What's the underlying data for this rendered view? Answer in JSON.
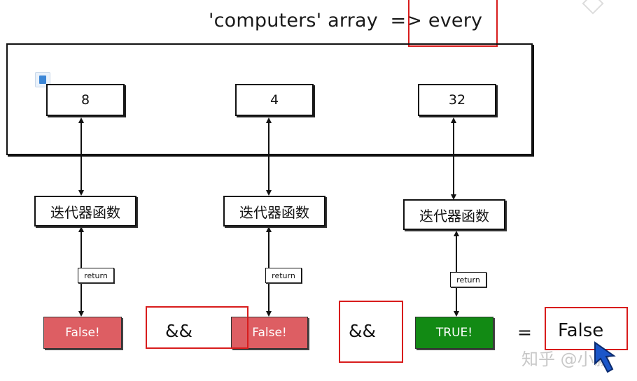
{
  "title": "'computers' array  => every",
  "array_values": [
    "8",
    "4",
    "32"
  ],
  "iterator_label": "迭代器函数",
  "return_label": "return",
  "results": [
    "False!",
    "False!",
    "TRUE!"
  ],
  "operator_and": "&&",
  "equals": "=",
  "final_result": "False",
  "watermark": "知乎 @小淼",
  "colors": {
    "false_result": "#dd5e63",
    "true_result": "#128a14",
    "highlight": "#d81c1c"
  }
}
